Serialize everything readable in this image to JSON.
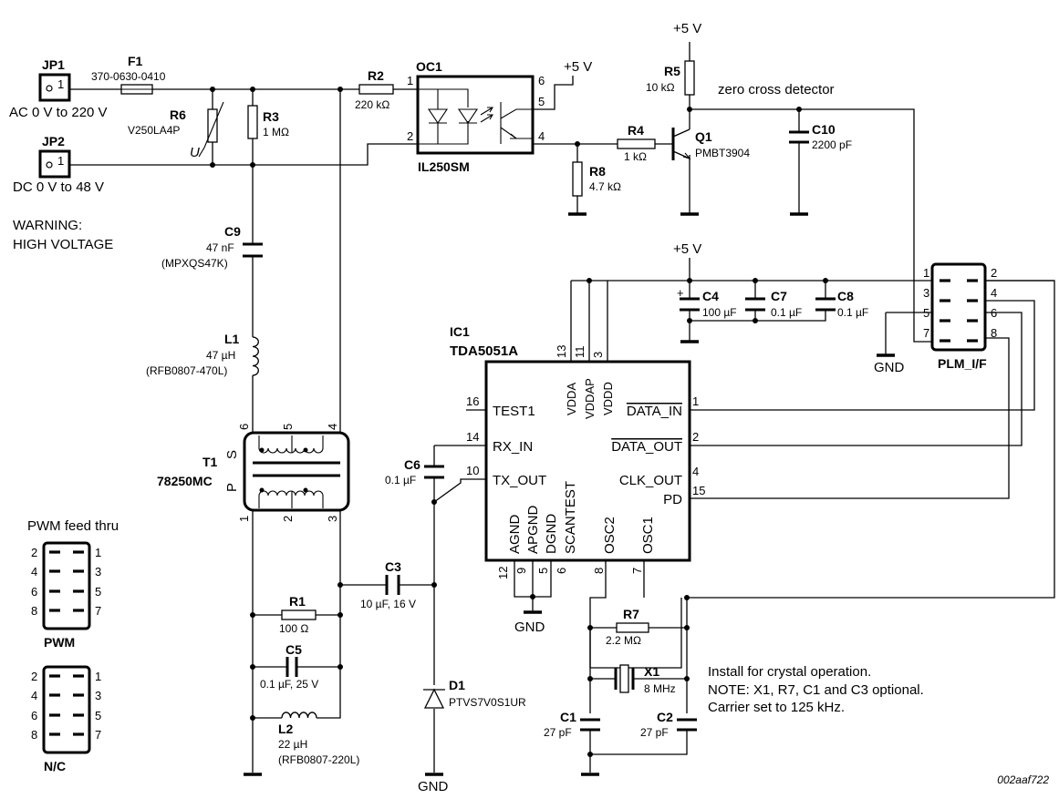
{
  "title": "",
  "figure_id": "002aaf722",
  "notes": {
    "warning_line1": "WARNING:",
    "warning_line2": "HIGH VOLTAGE",
    "zero_cross": "zero cross detector",
    "crystal_line1": "Install for crystal operation.",
    "crystal_line2": "NOTE: X1, R7, C1 and C3 optional.",
    "crystal_line3": "Carrier set to 125 kHz."
  },
  "connectors": {
    "jp1": {
      "ref": "JP1",
      "pin": "1",
      "desc": "AC 0 V to 220 V"
    },
    "jp2": {
      "ref": "JP2",
      "pin": "1",
      "desc": "DC 0 V to 48 V"
    },
    "pwm": {
      "title": "PWM feed thru",
      "label": "PWM",
      "pins_left": [
        "2",
        "4",
        "6",
        "8"
      ],
      "pins_right": [
        "1",
        "3",
        "5",
        "7"
      ]
    },
    "nc": {
      "label": "N/C",
      "pins_left": [
        "2",
        "4",
        "6",
        "8"
      ],
      "pins_right": [
        "1",
        "3",
        "5",
        "7"
      ]
    },
    "plm": {
      "label": "PLM_I/F",
      "pins_left": [
        "1",
        "3",
        "5",
        "7"
      ],
      "pins_right": [
        "2",
        "4",
        "6",
        "8"
      ]
    }
  },
  "components": {
    "f1": {
      "ref": "F1",
      "value": "370-0630-0410"
    },
    "r6": {
      "ref": "R6",
      "value": "V250LA4P",
      "symbol": "U"
    },
    "r3": {
      "ref": "R3",
      "value": "1 MΩ"
    },
    "r2": {
      "ref": "R2",
      "value": "220 kΩ"
    },
    "c9": {
      "ref": "C9",
      "value": "47 nF",
      "part": "(MPXQS47K)"
    },
    "l1": {
      "ref": "L1",
      "value": "47 µH",
      "part": "(RFB0807-470L)"
    },
    "t1": {
      "ref": "T1",
      "value": "78250MC",
      "s": "S",
      "p": "P",
      "pins": [
        "6",
        "5",
        "4",
        "1",
        "2",
        "3"
      ]
    },
    "oc1": {
      "ref": "OC1",
      "part": "IL250SM",
      "pins": [
        "1",
        "2",
        "6",
        "5",
        "4"
      ]
    },
    "r4": {
      "ref": "R4",
      "value": "1 kΩ"
    },
    "r8": {
      "ref": "R8",
      "value": "4.7 kΩ"
    },
    "r5": {
      "ref": "R5",
      "value": "10 kΩ"
    },
    "q1": {
      "ref": "Q1",
      "part": "PMBT3904"
    },
    "c10": {
      "ref": "C10",
      "value": "2200 pF"
    },
    "c4": {
      "ref": "C4",
      "value": "100 µF",
      "plus": "+"
    },
    "c7": {
      "ref": "C7",
      "value": "0.1 µF"
    },
    "c8": {
      "ref": "C8",
      "value": "0.1 µF"
    },
    "c6": {
      "ref": "C6",
      "value": "0.1 µF"
    },
    "c3": {
      "ref": "C3",
      "value": "10 µF, 16 V"
    },
    "r1": {
      "ref": "R1",
      "value": "100 Ω"
    },
    "c5": {
      "ref": "C5",
      "value": "0.1 µF, 25 V"
    },
    "l2": {
      "ref": "L2",
      "value": "22 µH",
      "part": "(RFB0807-220L)"
    },
    "d1": {
      "ref": "D1",
      "part": "PTVS7V0S1UR"
    },
    "r7": {
      "ref": "R7",
      "value": "2.2 MΩ"
    },
    "x1": {
      "ref": "X1",
      "value": "8 MHz"
    },
    "c1": {
      "ref": "C1",
      "value": "27 pF"
    },
    "c2": {
      "ref": "C2",
      "value": "27 pF"
    }
  },
  "ic1": {
    "ref": "IC1",
    "part": "TDA5051A",
    "top_pins": [
      {
        "num": "13",
        "name": "VDDA"
      },
      {
        "num": "11",
        "name": "VDDAP"
      },
      {
        "num": "3",
        "name": "VDDD"
      }
    ],
    "left_pins": [
      {
        "num": "16",
        "name": "TEST1"
      },
      {
        "num": "14",
        "name": "RX_IN"
      },
      {
        "num": "10",
        "name": "TX_OUT"
      }
    ],
    "right_pins": [
      {
        "num": "1",
        "name": "DATA_IN"
      },
      {
        "num": "2",
        "name": "DATA_OUT"
      },
      {
        "num": "4",
        "name": "CLK_OUT"
      },
      {
        "num": "15",
        "name": "PD"
      }
    ],
    "bottom_pins": [
      {
        "num": "12",
        "name": "AGND"
      },
      {
        "num": "9",
        "name": "APGND"
      },
      {
        "num": "5",
        "name": "DGND"
      },
      {
        "num": "6",
        "name": "SCANTEST"
      },
      {
        "num": "8",
        "name": "OSC2"
      },
      {
        "num": "7",
        "name": "OSC1"
      }
    ]
  },
  "power": {
    "vcc": "+5 V",
    "gnd": "GND"
  }
}
